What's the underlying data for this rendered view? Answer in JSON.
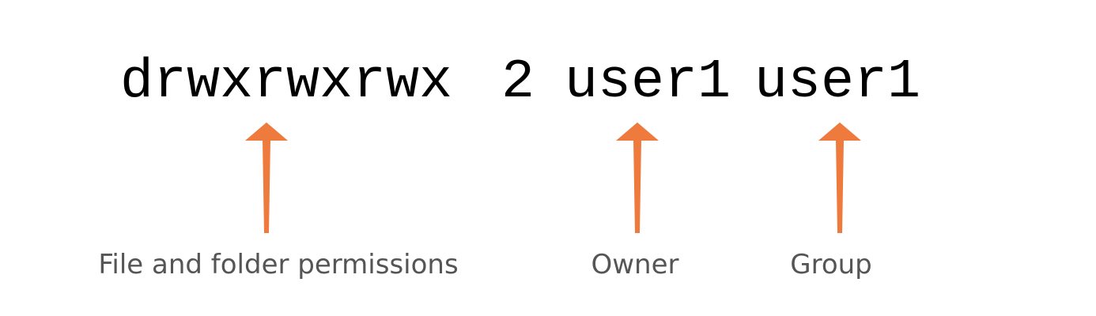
{
  "listing": {
    "permissions": "drwxrwxrwx",
    "links": "2",
    "owner": "user1",
    "group": "user1"
  },
  "labels": {
    "permissions": "File and folder permissions",
    "owner": "Owner",
    "group": "Group"
  },
  "colors": {
    "arrow": "#ee7a3d",
    "text": "#000000",
    "label": "#555555"
  },
  "icons": {
    "arrow": "arrow-up-icon"
  }
}
